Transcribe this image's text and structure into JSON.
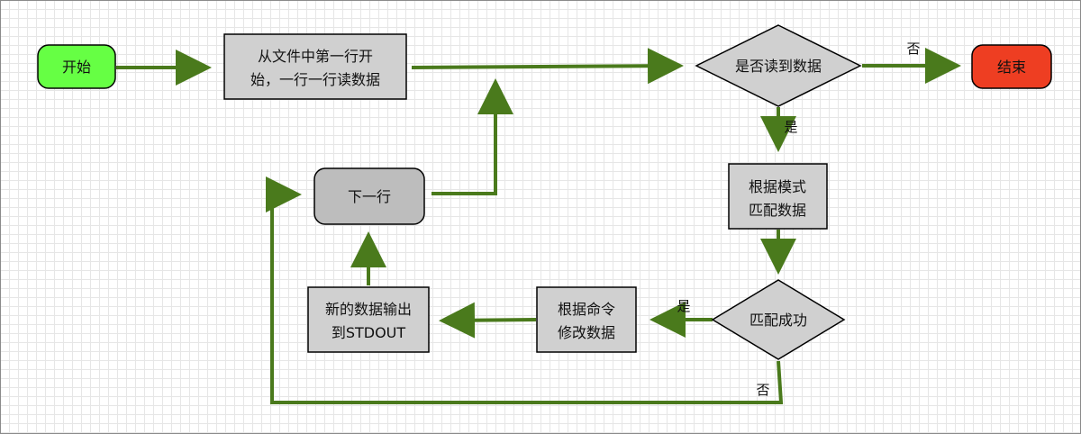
{
  "nodes": {
    "start": {
      "text": "开始",
      "color": "#66ff44"
    },
    "read_line": {
      "line1": "从文件中第一行开",
      "line2": "始，一行一行读数据"
    },
    "has_data": {
      "text": "是否读到数据"
    },
    "end": {
      "text": "结束",
      "color": "#ee3e22"
    },
    "match": {
      "line1": "根据模式",
      "line2": "匹配数据"
    },
    "match_ok": {
      "text": "匹配成功"
    },
    "modify": {
      "line1": "根据命令",
      "line2": "修改数据"
    },
    "output": {
      "line1": "新的数据输出",
      "line2": "到STDOUT"
    },
    "next_line": {
      "text": "下一行"
    }
  },
  "edge_labels": {
    "has_data_no": "否",
    "has_data_yes": "是",
    "match_yes": "是",
    "match_no": "否"
  },
  "colors": {
    "arrow": "#4a7a1c",
    "box_fill": "#d0d0d0",
    "next_fill": "#bdbdbd",
    "stroke": "#000000"
  }
}
